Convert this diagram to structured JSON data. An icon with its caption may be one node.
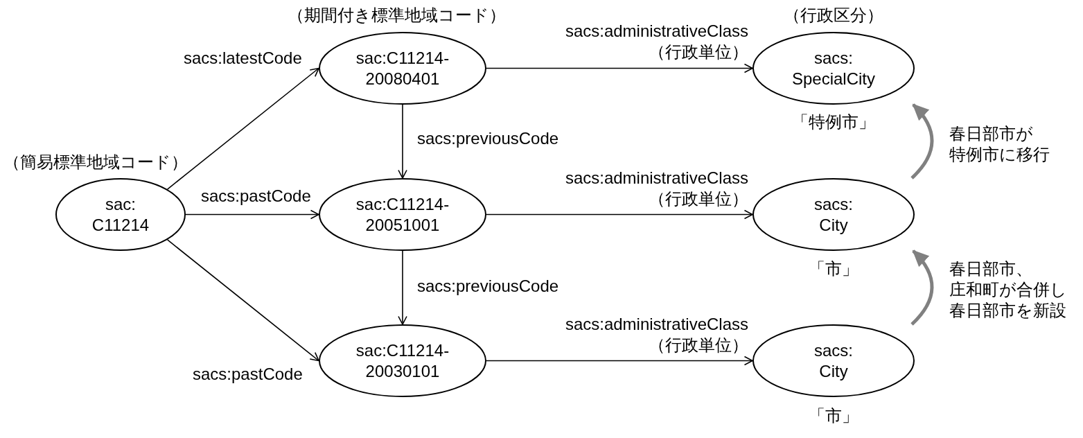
{
  "diagram": {
    "nodes": [
      {
        "text": [
          "sac: C11214"
        ],
        "beside": [
          "（簡易標準地域コード）"
        ]
      },
      {
        "text": [
          "sac:C11214- 20080401"
        ],
        "beside": [
          "（期間付き標準地域コード）"
        ]
      },
      {
        "text": [
          "sac:C11214- 20051001"
        ]
      },
      {
        "text": [
          "sac:C11214- 20030101"
        ]
      },
      {
        "text": [
          "sacs: SpecialCity"
        ],
        "beside": [
          "（行政区分）",
          "「特例市」"
        ]
      },
      {
        "text": [
          "sacs: City"
        ],
        "beside": [
          "「市」"
        ]
      },
      {
        "text": [
          "sacs: City"
        ],
        "beside": [
          "「市」"
        ]
      }
    ],
    "edges": [
      {
        "from": 0,
        "to": 1,
        "arrow": "to",
        "label": "sacs:latestCode"
      },
      {
        "from": 0,
        "to": 2,
        "arrow": "to",
        "label": "sacs:pastCode"
      },
      {
        "from": 0,
        "to": 3,
        "arrow": "to",
        "label": "sacs:pastCode"
      },
      {
        "from": 1,
        "to": 2,
        "arrow": "to",
        "label": "sacs:previousCode"
      },
      {
        "from": 2,
        "to": 3,
        "arrow": "to",
        "label": "sacs:previousCode"
      },
      {
        "from": 1,
        "to": 4,
        "arrow": "to",
        "label": "sacs:administrativeClass （行政単位）"
      },
      {
        "from": 2,
        "to": 5,
        "arrow": "to",
        "label": "sacs:administrativeClass （行政単位）"
      },
      {
        "from": 3,
        "to": 6,
        "arrow": "to",
        "label": "sacs:administrativeClass （行政単位）"
      },
      {
        "from": 5,
        "to": 4,
        "arrow": "to",
        "label": "春日部市が特例市に移行",
        "style": "thick",
        "color": "#808080"
      },
      {
        "from": 6,
        "to": 5,
        "arrow": "to",
        "label": "春日部市、庄和町が合併し春日部市を新設",
        "style": "thick",
        "color": "#808080"
      }
    ]
  }
}
